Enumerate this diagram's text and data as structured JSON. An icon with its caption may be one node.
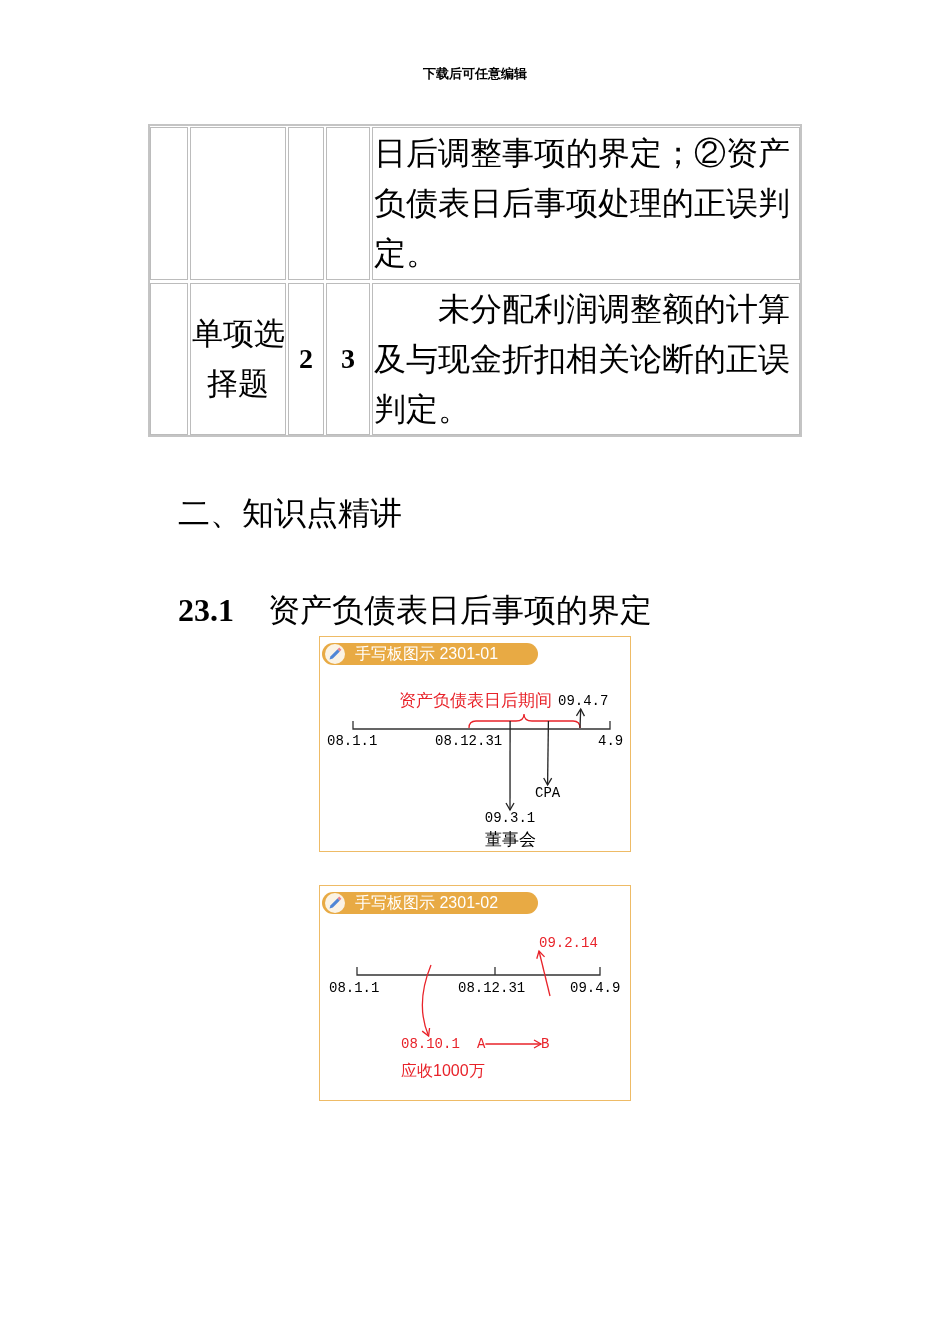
{
  "diagram": {
    "nodes": [
      {
        "text": [
          "手写板图示 2301-01"
        ]
      },
      {
        "text": [],
        "shape": "brace",
        "in": 0
      },
      {
        "text": [
          "09.4.7"
        ],
        "in": 0
      },
      {
        "text": [
          "09.3.1",
          "董事会"
        ],
        "in": 0
      },
      {
        "text": [
          "CPA"
        ],
        "in": 0
      },
      {
        "text": [
          "手写板图示 2301-02"
        ]
      },
      {
        "text": [
          "09.2.14"
        ],
        "in": 5
      },
      {
        "text": [
          "08.10.1"
        ],
        "in": 5,
        "beside": [
          "应收1000万"
        ]
      },
      {
        "text": [
          "A"
        ],
        "in": 5
      },
      {
        "text": [
          "B"
        ],
        "in": 5
      }
    ],
    "edges": [
      {
        "from": 1,
        "to": 2,
        "arrow": "to"
      },
      {
        "from": 1,
        "to": 3,
        "arrow": "to"
      },
      {
        "from": 1,
        "to": 4,
        "arrow": "to"
      },
      {
        "from": null,
        "to": 6,
        "arrow": "to",
        "color": "#e8232a"
      },
      {
        "from": null,
        "to": 7,
        "arrow": "to",
        "color": "#e8232a"
      },
      {
        "from": 8,
        "to": 9,
        "arrow": "to",
        "color": "#e8232a"
      }
    ],
    "labels": [
      "下载后可任意编辑",
      "日后调整事项的界定；②资产负债表日后事项处理的正误判定。",
      "单项选择题",
      "2",
      "3",
      "未分配利润调整额的计算及与现金折扣相关论断的正误判定。",
      "二、知识点精讲",
      "**23.1** 资产负债表日后事项的界定",
      "资产负债表日后期间",
      "08.1.1",
      "08.12.31",
      "4.9",
      "08.1.1",
      "08.12.31",
      "09.4.9"
    ]
  }
}
